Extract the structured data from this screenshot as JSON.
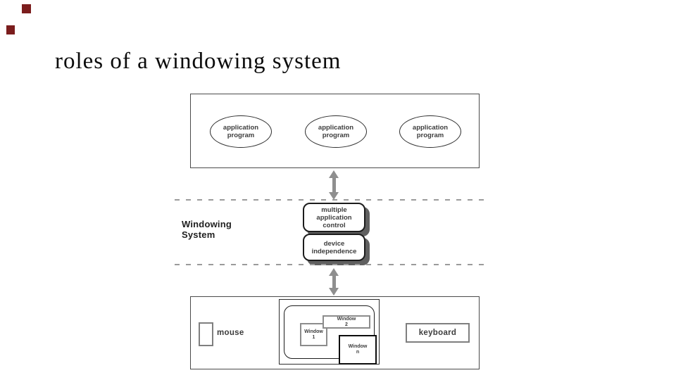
{
  "slide": {
    "title": "roles of a windowing system",
    "colors": {
      "accent_squares": "#7b1d1d",
      "arrow_gray": "#8f8f8f",
      "shadow_gray": "#606060",
      "dashed_line_gray": "#9b9b9b"
    }
  },
  "diagram": {
    "application_layer": {
      "ellipses": [
        {
          "label": "application\nprogram"
        },
        {
          "label": "application\nprogram"
        },
        {
          "label": "application\nprogram"
        }
      ]
    },
    "windowing_system": {
      "label": "Windowing\nSystem",
      "boxes": [
        {
          "label": "multiple\napplication\ncontrol"
        },
        {
          "label": "device\nindependence"
        }
      ]
    },
    "hardware_layer": {
      "mouse_label": "mouse",
      "keyboard_label": "keyboard",
      "windows": [
        {
          "label": "Window\n1"
        },
        {
          "label": "Window\n2"
        },
        {
          "label": "Window\nn"
        }
      ]
    }
  }
}
